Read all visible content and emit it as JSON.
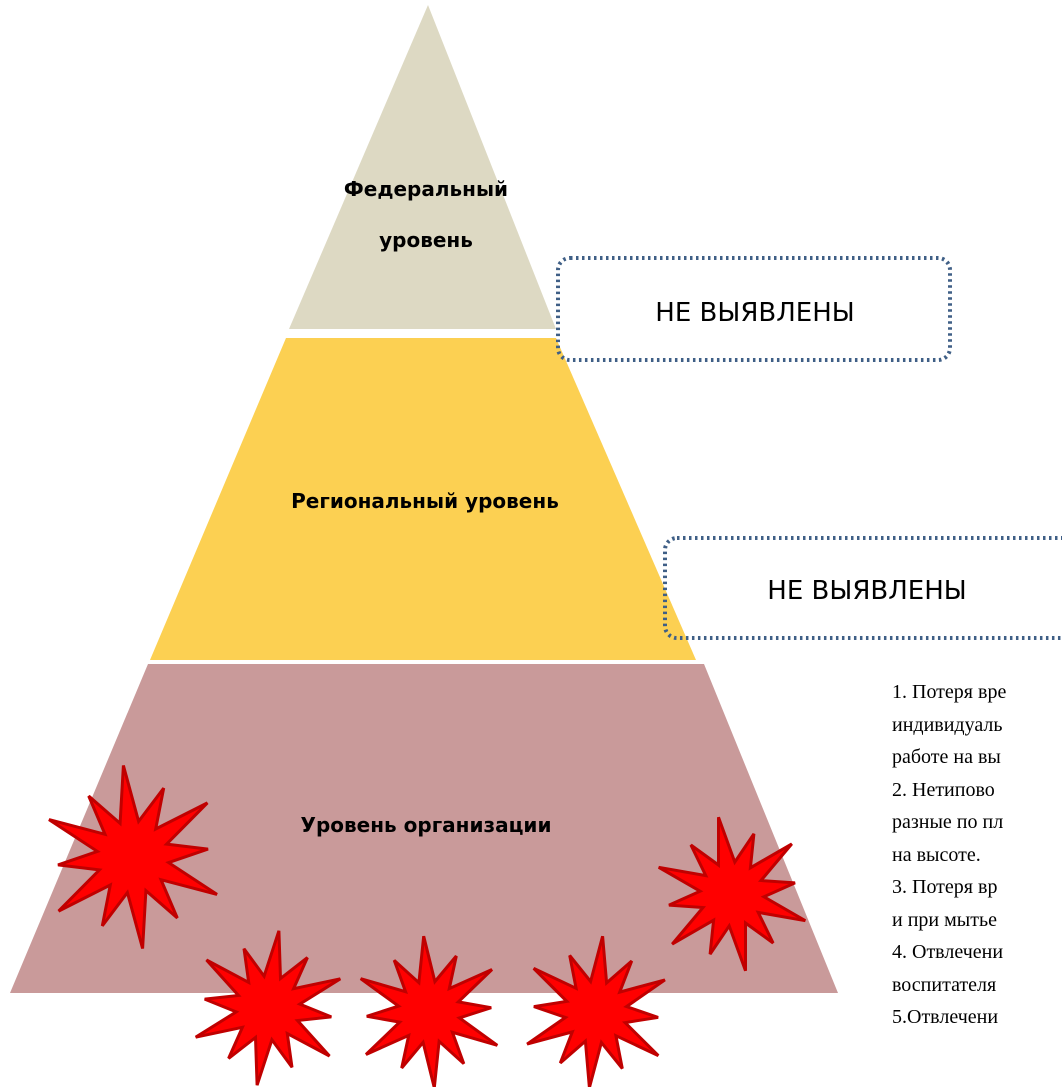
{
  "colors": {
    "federal_fill": "#DDD9C3",
    "regional_fill": "#FCD052",
    "organization_fill": "#C99A9A",
    "callout_border": "#3F5F86",
    "burst_fill": "#FF0000",
    "burst_stroke": "#C00000"
  },
  "pyramid": {
    "federal": {
      "line1": "Федеральный",
      "line2": "уровень"
    },
    "regional": {
      "label": "Региональный уровень"
    },
    "organization": {
      "label": "Уровень организации"
    }
  },
  "callouts": {
    "federal": {
      "text": "НЕ ВЫЯВЛЕНЫ"
    },
    "regional": {
      "text": "НЕ ВЫЯВЛЕНЫ"
    }
  },
  "problems_list": {
    "lines": [
      "1. Потеря вре",
      "индивидуаль",
      "работе на вы",
      "2. Нетипово",
      "разные по пл",
      "на высоте.",
      "3. Потеря вр",
      "и при мытье",
      "4. Отвлечени",
      "воспитателя",
      "5.Отвлечени"
    ]
  },
  "icons": {
    "burst": "explosion-burst-icon"
  }
}
